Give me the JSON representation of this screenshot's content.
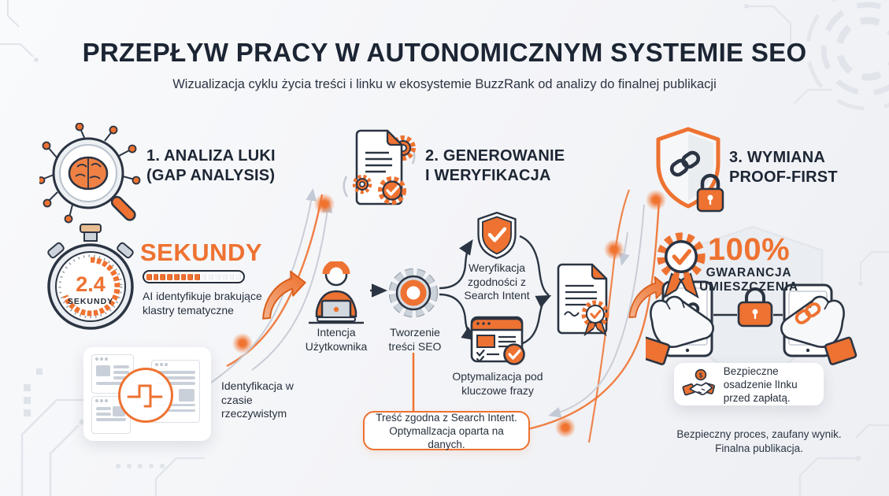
{
  "meta": {
    "language": "pl",
    "kind": "infographic-workflow"
  },
  "colors": {
    "accent_orange": "#EE7231",
    "dark_navy": "#1D2634",
    "grey_line": "#C9CFD8",
    "background": "#F3F4F7"
  },
  "header": {
    "title": "PRZEPŁYW PRACY W AUTONOMICZNYM SYSTEMIE SEO",
    "subtitle": "Wizualizacja cyklu życia treści i linku w ekosystemie BuzzRank od analizy do finalnej publikacji"
  },
  "step1": {
    "heading_line1": "1. ANALIZA LUKI",
    "heading_line2": "(GAP ANALYSIS)",
    "stopwatch": {
      "value": "2.4",
      "unit": "SEKUNDY"
    },
    "seconds_headline": "SEKUNDY",
    "progress": {
      "filled": 8,
      "total": 14
    },
    "ai_caption": "AI identyfikuje brakujące klastry tematyczne",
    "realtime_caption": "Identyfikacja w czasie rzeczywistym"
  },
  "step2": {
    "heading_line1": "2. GENEROWANIE",
    "heading_line2": "I WERYFIKACJA",
    "user_intent_label": "Intencja Użytkownika",
    "content_creation_label": "Tworzenie treści SEO",
    "verification_label": "Weryfikacja zgodności z Search Intent",
    "optimization_label": "Optymalizacja pod kluczowe frazy",
    "callout_text": "Treść zgodna z Search Intent. Optymallzacja oparta na danych."
  },
  "step3": {
    "heading_line1": "3. WYMIANA",
    "heading_line2": "PROOF-FIRST",
    "guarantee_value": "100%",
    "guarantee_line1": "GWARANCJA",
    "guarantee_line2": "UMIESZCZENIA",
    "secure_note": "Bezpieczne osadzenie lInku przed zapłatą.",
    "coin_symbol": "$",
    "footer_line1": "Bezpieczny proces, zaufany wynik.",
    "footer_line2": "Finalna publikacja."
  },
  "icons": [
    "brain-magnifier-icon",
    "stopwatch-icon",
    "browser-cluster-icon",
    "document-gears-icon",
    "person-laptop-icon",
    "gear-icon",
    "shield-check-icon",
    "browser-optimization-icon",
    "certificate-icon",
    "swoosh-arrow-icon",
    "shield-link-lock-icon",
    "medal-icon",
    "tablets-lock-exchange-icon",
    "handshake-icon"
  ]
}
